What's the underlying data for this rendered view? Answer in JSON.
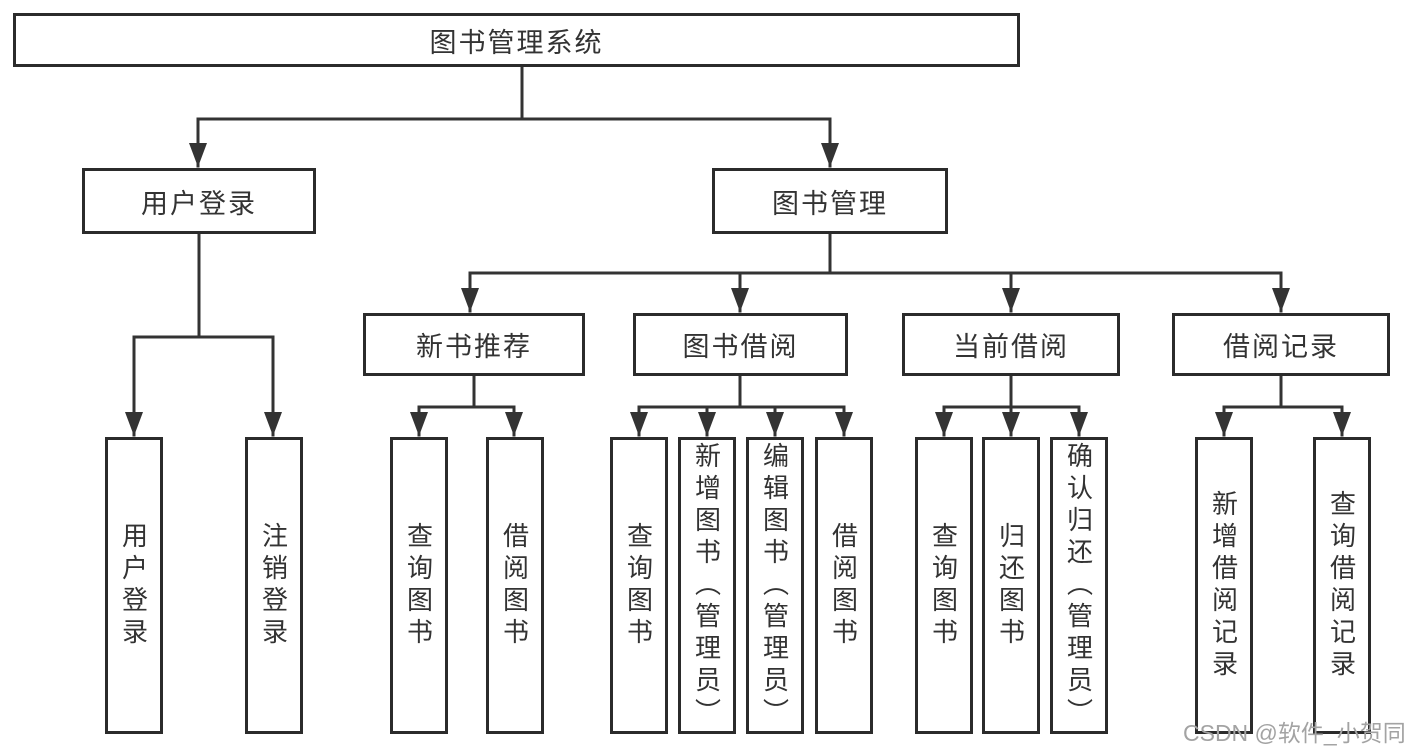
{
  "title": "图书管理系统",
  "watermark": "CSDN @软件_小贺同学",
  "colors": {
    "line": "#333333",
    "box_border": "#2b2b2b",
    "text": "#333333",
    "background": "#ffffff",
    "watermark": "#a3a3a3"
  },
  "tree": {
    "label": "图书管理系统",
    "children": [
      {
        "label": "用户登录",
        "children": [
          {
            "label": "用户登录"
          },
          {
            "label": "注销登录"
          }
        ]
      },
      {
        "label": "图书管理",
        "children": [
          {
            "label": "新书推荐",
            "children": [
              {
                "label": "查询图书"
              },
              {
                "label": "借阅图书"
              }
            ]
          },
          {
            "label": "图书借阅",
            "children": [
              {
                "label": "查询图书"
              },
              {
                "label": "新增图书（管理员）"
              },
              {
                "label": "编辑图书（管理员）"
              },
              {
                "label": "借阅图书"
              }
            ]
          },
          {
            "label": "当前借阅",
            "children": [
              {
                "label": "查询图书"
              },
              {
                "label": "归还图书"
              },
              {
                "label": "确认归还（管理员）"
              }
            ]
          },
          {
            "label": "借阅记录",
            "children": [
              {
                "label": "新增借阅记录"
              },
              {
                "label": "查询借阅记录"
              }
            ]
          }
        ]
      }
    ]
  }
}
